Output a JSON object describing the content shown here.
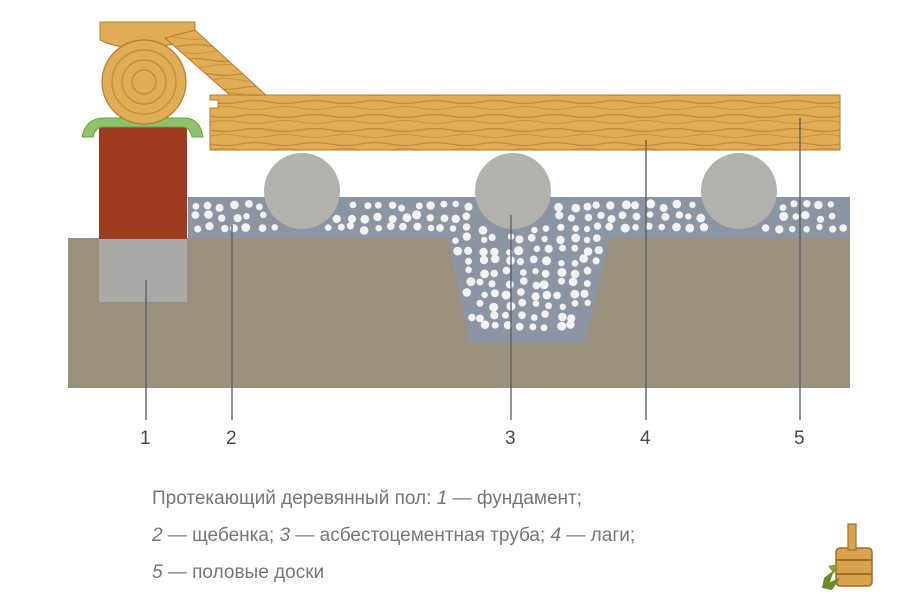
{
  "labels": {
    "n1": "1",
    "n2": "2",
    "n3": "3",
    "n4": "4",
    "n5": "5"
  },
  "caption": {
    "line1_text": "Протекающий деревянный пол: ",
    "line1_n1": "1",
    "line1_t1": " — фундамент;",
    "line2_n2": "2",
    "line2_t2": " — щебенка; ",
    "line2_n3": "3",
    "line2_t3": " — асбестоцементная труба; ",
    "line2_n4": "4",
    "line2_t4": " — лаги;",
    "line3_n5": "5",
    "line3_t5": " — половые доски"
  },
  "colors": {
    "soil": "#9b8f7e",
    "gravel_bed": "#8c95a3",
    "foundation_brick": "#9e3a1e",
    "foundation_base": "#a9a9a7",
    "wood": "#e0ad55",
    "wood_grain": "#b97a2c",
    "log_joist": "#b3b1ab",
    "waterproofing": "#8cc36b",
    "leader_line": "#5a5a5a"
  }
}
